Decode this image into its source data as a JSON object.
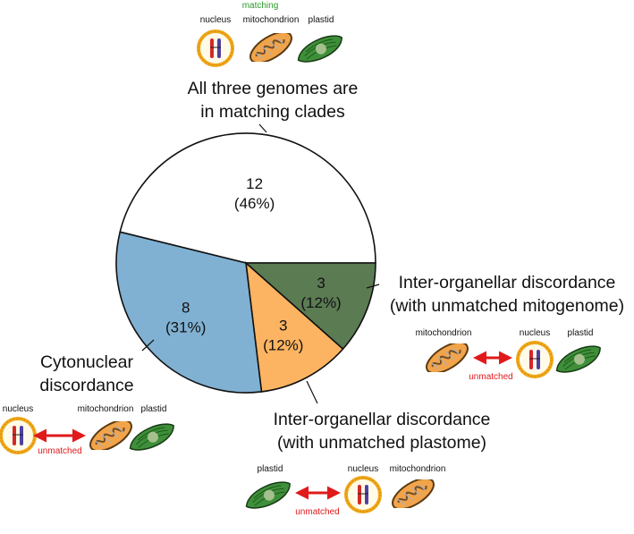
{
  "chart_data": {
    "type": "pie",
    "slices": [
      {
        "label_lines": [
          "All three genomes are",
          "in matching clades"
        ],
        "value": 12,
        "percent_text": "(46%)",
        "color": "#ffffff"
      },
      {
        "label_lines": [
          "Inter-organellar discordance",
          "(with unmatched mitogenome)"
        ],
        "value": 3,
        "percent_text": "(12%)",
        "color": "#5b7b53"
      },
      {
        "label_lines": [
          "Inter-organellar discordance",
          "(with unmatched plastome)"
        ],
        "value": 3,
        "percent_text": "(12%)",
        "color": "#fdb462"
      },
      {
        "label_lines": [
          "Cytonuclear",
          "discordance"
        ],
        "value": 8,
        "percent_text": "(31%)",
        "color": "#80b1d3"
      }
    ]
  },
  "icon_labels": {
    "nucleus": "nucleus",
    "mitochondrion": "mitochondrion",
    "plastid": "plastid"
  },
  "pair_labels": {
    "matching": "matching",
    "unmatched": "unmatched"
  },
  "colors": {
    "stroke": "#111111",
    "arrow": "#e01a1a",
    "matching_text": "#2a9a2a",
    "nucleus_ring": "#f0a81c",
    "mito_fill": "#f2a44a",
    "plastid_fill": "#3f8f3a"
  }
}
